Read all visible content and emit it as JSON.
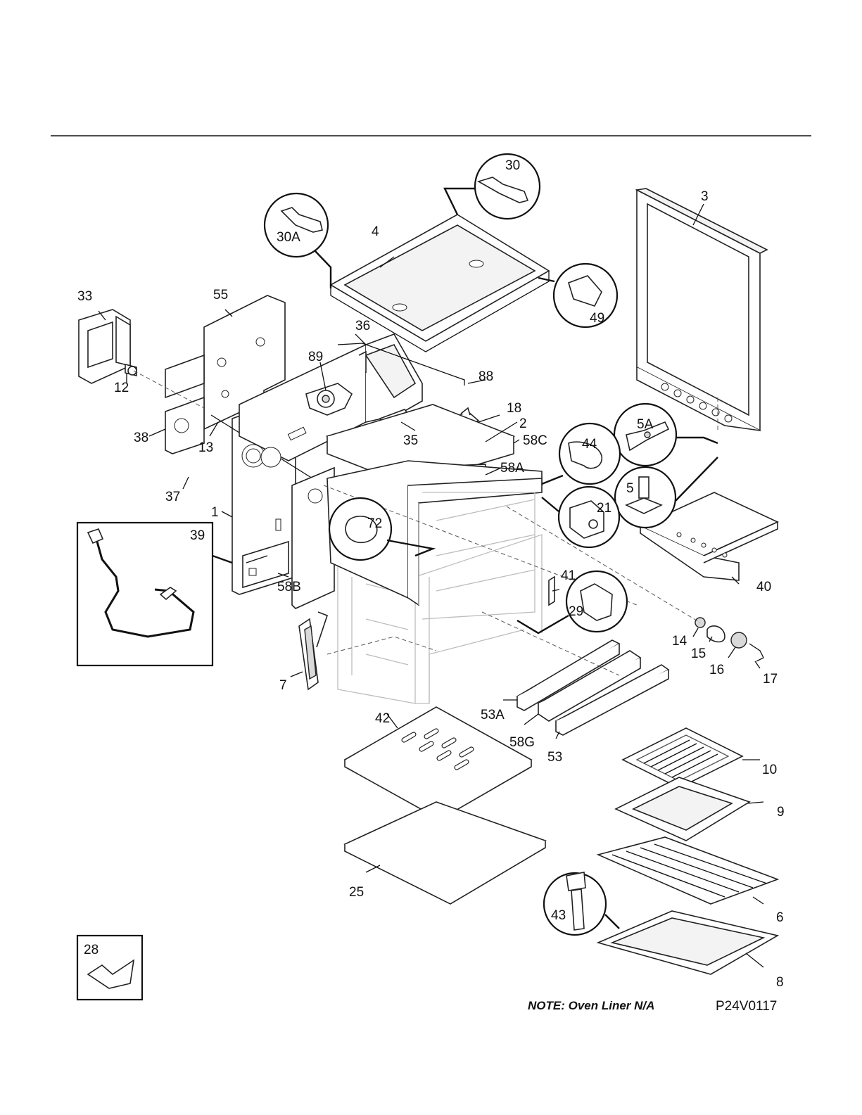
{
  "diagram": {
    "drawing_code": "P24V0117",
    "note": "NOTE: Oven Liner N/A",
    "part_labels": {
      "p1": "1",
      "p2": "2",
      "p3": "3",
      "p4": "4",
      "p5": "5",
      "p5a": "5A",
      "p6": "6",
      "p7": "7",
      "p8": "8",
      "p9": "9",
      "p10": "10",
      "p12": "12",
      "p13": "13",
      "p14": "14",
      "p15": "15",
      "p16": "16",
      "p17": "17",
      "p18": "18",
      "p21": "21",
      "p25": "25",
      "p28": "28",
      "p29": "29",
      "p30": "30",
      "p30a": "30A",
      "p33": "33",
      "p35": "35",
      "p36": "36",
      "p37": "37",
      "p38": "38",
      "p39": "39",
      "p40": "40",
      "p41": "41",
      "p42": "42",
      "p43": "43",
      "p44": "44",
      "p49": "49",
      "p53": "53",
      "p53a": "53A",
      "p55": "55",
      "p58a": "58A",
      "p58b": "58B",
      "p58c": "58C",
      "p58g": "58G",
      "p72": "72",
      "p88": "88",
      "p89": "89"
    }
  }
}
